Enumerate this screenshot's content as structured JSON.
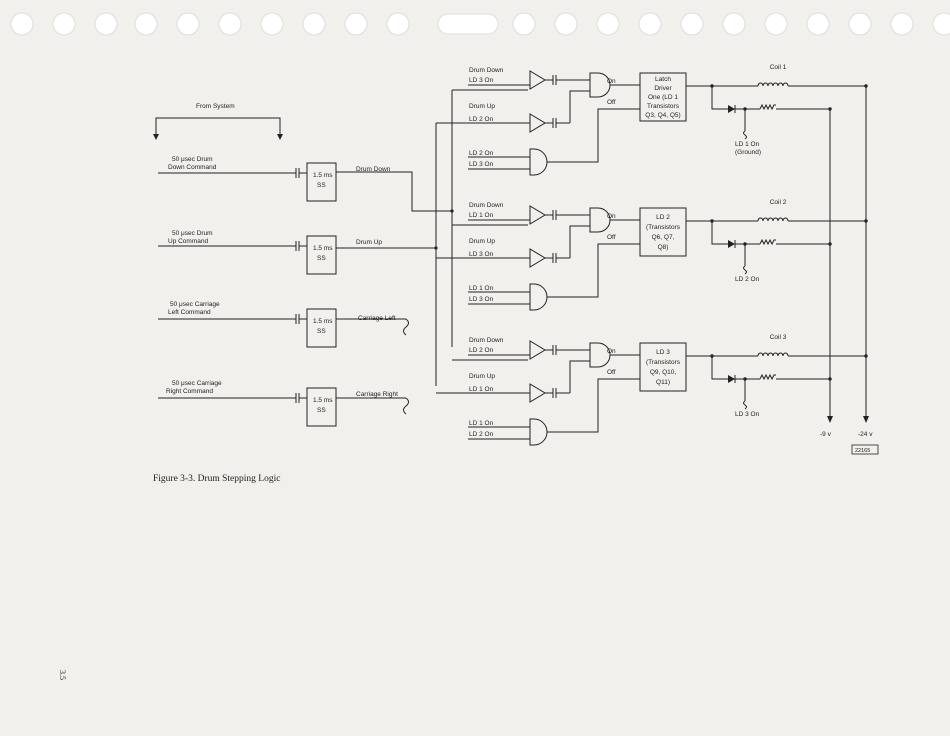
{
  "page": {
    "figure_caption": "Figure 3-3.  Drum Stepping Logic",
    "page_number": "3.5",
    "tag": "22165"
  },
  "inputs": {
    "from_system": "From System",
    "drum_down_cmd": [
      "50 μsec Drum",
      "Down Command"
    ],
    "drum_up_cmd": [
      "50 μsec Drum",
      "Up Command"
    ],
    "carriage_left_cmd": [
      "50 μsec Carriage",
      "Left Command"
    ],
    "carriage_right_cmd": [
      "50 μsec Carriage",
      "Right Command"
    ],
    "ss_label": [
      "1.5 ms",
      "SS"
    ],
    "out_drum_down": "Drum Down",
    "out_drum_up": "Drum Up",
    "out_carriage_left": "Carriage Left",
    "out_carriage_right": "Carriage Right"
  },
  "groups": [
    {
      "in1": [
        "Drum Down",
        "LD 3 On"
      ],
      "in2": [
        "Drum Up",
        "LD 2 On"
      ],
      "in3": [
        "LD 2 On",
        "LD 3 On"
      ],
      "on": "On",
      "off": "Off",
      "driver": [
        "Latch",
        "Driver",
        "One (LD 1",
        "Transistors",
        "Q3, Q4, Q5)"
      ],
      "coil": "Coil 1",
      "ld_label": [
        "LD 1 On",
        "(Ground)"
      ]
    },
    {
      "in1": [
        "Drum Down",
        "LD 1 On"
      ],
      "in2": [
        "Drum Up",
        "LD 3 On"
      ],
      "in3": [
        "LD 1 On",
        "LD 3 On"
      ],
      "on": "On",
      "off": "Off",
      "driver": [
        "LD 2",
        "(Transistors",
        "Q6, Q7,",
        "Q8)"
      ],
      "coil": "Coil 2",
      "ld_label": [
        "LD 2 On"
      ]
    },
    {
      "in1": [
        "Drum Down",
        "LD 2 On"
      ],
      "in2": [
        "Drum Up",
        "LD 1 On"
      ],
      "in3": [
        "LD 1 On",
        "LD 2 On"
      ],
      "on": "On",
      "off": "Off",
      "driver": [
        "LD 3",
        "(Transistors",
        "Q9, Q10,",
        "Q11)"
      ],
      "coil": "Coil 3",
      "ld_label": [
        "LD 3 On"
      ]
    }
  ],
  "supply": {
    "neg9": "-9 v",
    "neg24": "-24 v"
  }
}
